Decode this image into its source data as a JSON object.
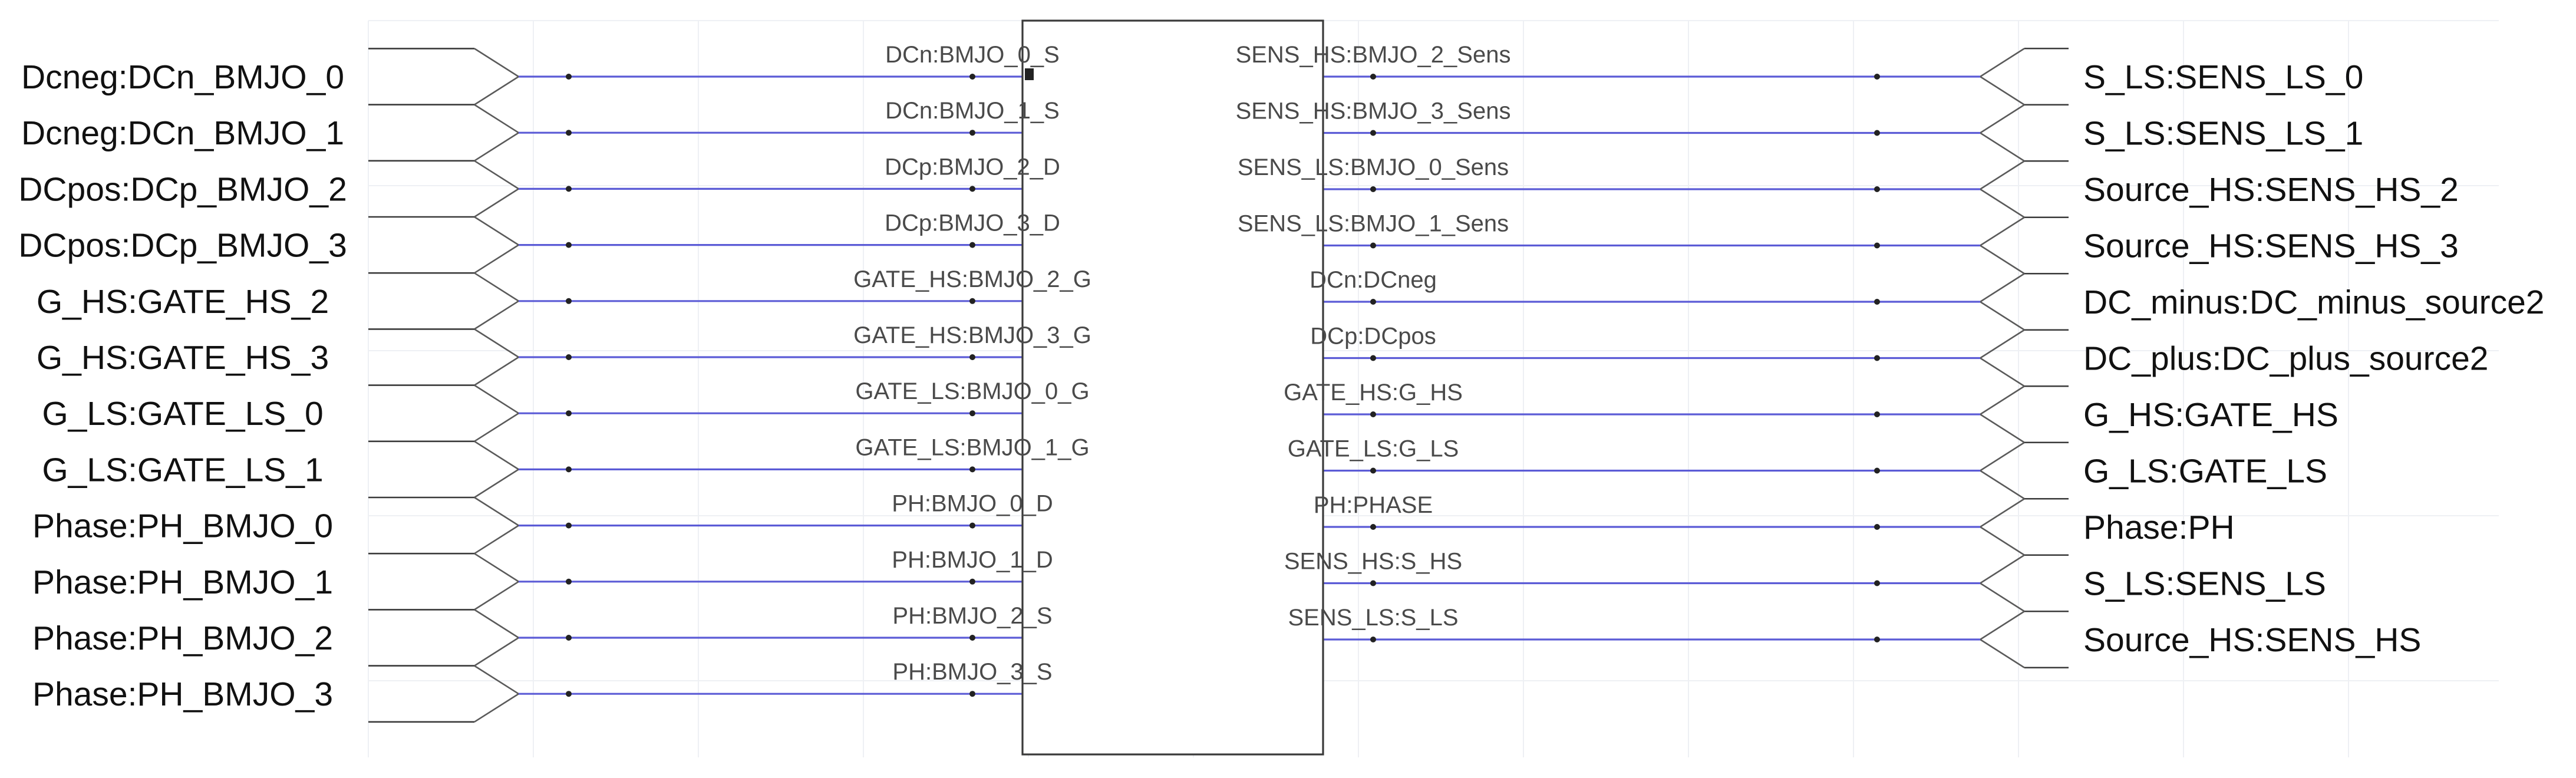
{
  "schematic": {
    "left_ports": [
      "Dcneg:DCn_BMJO_0",
      "Dcneg:DCn_BMJO_1",
      "DCpos:DCp_BMJO_2",
      "DCpos:DCp_BMJO_3",
      "G_HS:GATE_HS_2",
      "G_HS:GATE_HS_3",
      "G_LS:GATE_LS_0",
      "G_LS:GATE_LS_1",
      "Phase:PH_BMJO_0",
      "Phase:PH_BMJO_1",
      "Phase:PH_BMJO_2",
      "Phase:PH_BMJO_3"
    ],
    "left_pins": [
      "DCn:BMJO_0_S",
      "DCn:BMJO_1_S",
      "DCp:BMJO_2_D",
      "DCp:BMJO_3_D",
      "GATE_HS:BMJO_2_G",
      "GATE_HS:BMJO_3_G",
      "GATE_LS:BMJO_0_G",
      "GATE_LS:BMJO_1_G",
      "PH:BMJO_0_D",
      "PH:BMJO_1_D",
      "PH:BMJO_2_S",
      "PH:BMJO_3_S"
    ],
    "right_pins": [
      "SENS_HS:BMJO_2_Sens",
      "SENS_HS:BMJO_3_Sens",
      "SENS_LS:BMJO_0_Sens",
      "SENS_LS:BMJO_1_Sens",
      "DCn:DCneg",
      "DCp:DCpos",
      "GATE_HS:G_HS",
      "GATE_LS:G_LS",
      "PH:PHASE",
      "SENS_HS:S_HS",
      "SENS_LS:S_LS"
    ],
    "right_ports": [
      "S_LS:SENS_LS_0",
      "S_LS:SENS_LS_1",
      "Source_HS:SENS_HS_2",
      "Source_HS:SENS_HS_3",
      "DC_minus:DC_minus_source2",
      "DC_plus:DC_plus_source2",
      "G_HS:GATE_HS",
      "G_LS:GATE_LS",
      "Phase:PH",
      "S_LS:SENS_LS",
      "Source_HS:SENS_HS"
    ],
    "colors": {
      "wire": "#5b5bd6",
      "outline": "#3a3a3a",
      "grid": "#eef0f4"
    }
  }
}
